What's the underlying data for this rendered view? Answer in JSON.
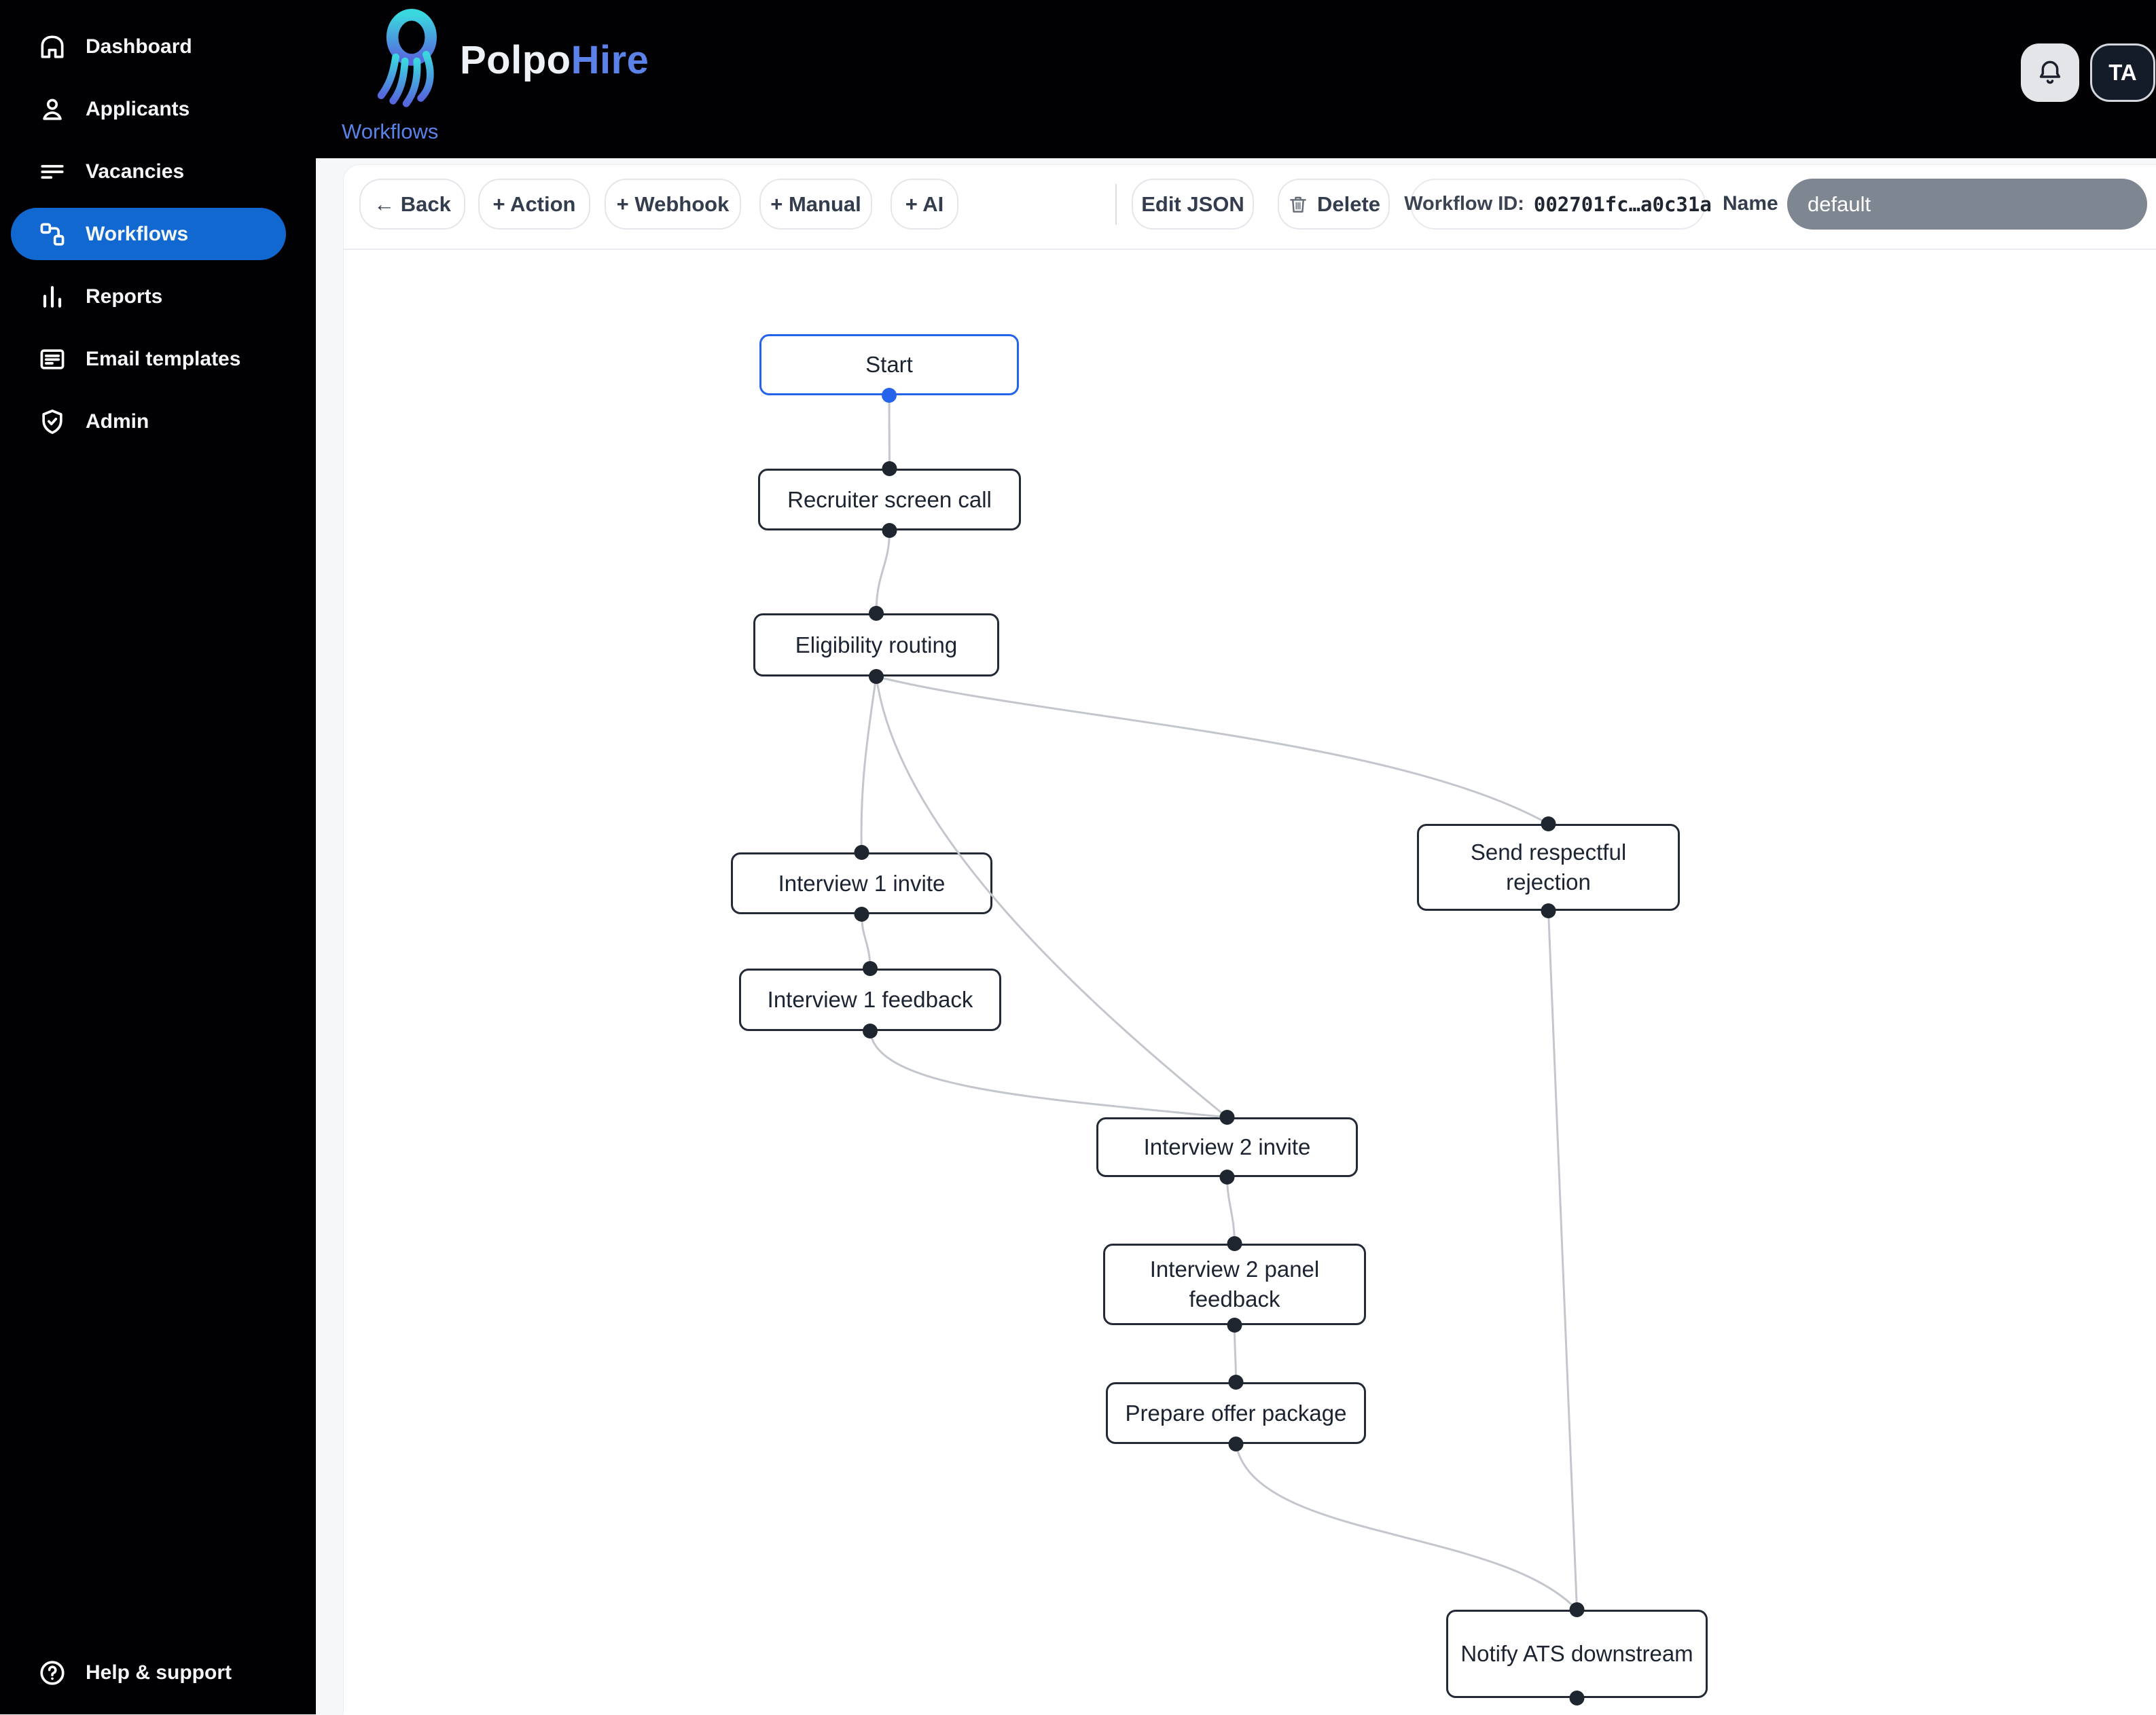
{
  "header": {
    "brand": {
      "word_primary": "Polpo",
      "word_secondary": "Hire"
    },
    "breadcrumb": "Workflows",
    "avatar_initials": "TA"
  },
  "sidebar": {
    "items": [
      {
        "label": "Dashboard",
        "icon": "home-icon",
        "active": false
      },
      {
        "label": "Applicants",
        "icon": "person-icon",
        "active": false
      },
      {
        "label": "Vacancies",
        "icon": "list-icon",
        "active": false
      },
      {
        "label": "Workflows",
        "icon": "workflow-icon",
        "active": true
      },
      {
        "label": "Reports",
        "icon": "bar-chart-icon",
        "active": false
      },
      {
        "label": "Email templates",
        "icon": "document-icon",
        "active": false
      },
      {
        "label": "Admin",
        "icon": "shield-check-icon",
        "active": false
      }
    ],
    "help_label": "Help & support"
  },
  "toolbar": {
    "back_label": "← Back",
    "action_label": "+ Action",
    "webhook_label": "+ Webhook",
    "manual_label": "+ Manual",
    "ai_label": "+ AI",
    "edit_json_label": "Edit JSON",
    "delete_label": "Delete",
    "workflow_id_label": "Workflow ID:",
    "workflow_id_value": "002701fc…a0c31a",
    "name_label": "Name",
    "name_value": "default"
  },
  "colors": {
    "sidebar_active_blue": "#1268d1",
    "selected_node_blue": "#2563eb",
    "link_blue": "#5b82e8",
    "node_border": "#232a36",
    "edge_gray": "#c3c7cd",
    "name_input_gray": "#7e8692"
  },
  "canvas": {
    "nodes": [
      {
        "id": "start",
        "label": "Start",
        "selected": true
      },
      {
        "id": "recruiter_screen_call",
        "label": "Recruiter screen call",
        "selected": false
      },
      {
        "id": "eligibility_routing",
        "label": "Eligibility routing",
        "selected": false
      },
      {
        "id": "interview_1_invite",
        "label": "Interview 1 invite",
        "selected": false
      },
      {
        "id": "interview_1_feedback",
        "label": "Interview 1 feedback",
        "selected": false
      },
      {
        "id": "send_respectful_rejection",
        "label": "Send respectful rejection",
        "selected": false
      },
      {
        "id": "interview_2_invite",
        "label": "Interview 2 invite",
        "selected": false
      },
      {
        "id": "interview_2_panel_feedback",
        "label": "Interview 2 panel feedback",
        "selected": false
      },
      {
        "id": "prepare_offer_package",
        "label": "Prepare offer package",
        "selected": false
      },
      {
        "id": "notify_ats_downstream",
        "label": "Notify ATS downstream",
        "selected": false
      }
    ],
    "edges": [
      {
        "from": "start",
        "to": "recruiter_screen_call"
      },
      {
        "from": "recruiter_screen_call",
        "to": "eligibility_routing"
      },
      {
        "from": "eligibility_routing",
        "to": "interview_1_invite"
      },
      {
        "from": "eligibility_routing",
        "to": "interview_2_invite"
      },
      {
        "from": "eligibility_routing",
        "to": "send_respectful_rejection"
      },
      {
        "from": "interview_1_invite",
        "to": "interview_1_feedback"
      },
      {
        "from": "interview_1_feedback",
        "to": "interview_2_invite"
      },
      {
        "from": "interview_2_invite",
        "to": "interview_2_panel_feedback"
      },
      {
        "from": "interview_2_panel_feedback",
        "to": "prepare_offer_package"
      },
      {
        "from": "prepare_offer_package",
        "to": "notify_ats_downstream"
      },
      {
        "from": "send_respectful_rejection",
        "to": "notify_ats_downstream"
      }
    ]
  }
}
